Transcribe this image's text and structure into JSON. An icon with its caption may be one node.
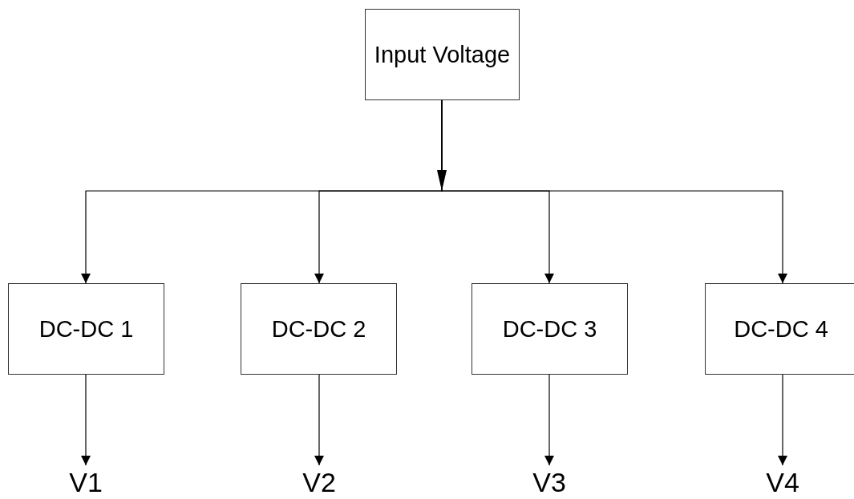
{
  "diagram": {
    "nodes": [
      {
        "text": [
          "Input Voltage"
        ]
      },
      {
        "text": [
          "DC-DC 1"
        ]
      },
      {
        "text": [
          "DC-DC 2"
        ]
      },
      {
        "text": [
          "DC-DC 3"
        ]
      },
      {
        "text": [
          "DC-DC 4"
        ]
      },
      {
        "text": [
          "V1"
        ]
      },
      {
        "text": [
          "V2"
        ]
      },
      {
        "text": [
          "V3"
        ]
      },
      {
        "text": [
          "V4"
        ]
      }
    ],
    "edges": [
      {
        "from": 0,
        "to": 1,
        "arrow": "to"
      },
      {
        "from": 0,
        "to": 2,
        "arrow": "to"
      },
      {
        "from": 0,
        "to": 3,
        "arrow": "to"
      },
      {
        "from": 0,
        "to": 4,
        "arrow": "to"
      },
      {
        "from": 1,
        "to": 5,
        "arrow": "to"
      },
      {
        "from": 2,
        "to": 6,
        "arrow": "to"
      },
      {
        "from": 3,
        "to": 7,
        "arrow": "to"
      },
      {
        "from": 4,
        "to": 8,
        "arrow": "to"
      }
    ]
  }
}
